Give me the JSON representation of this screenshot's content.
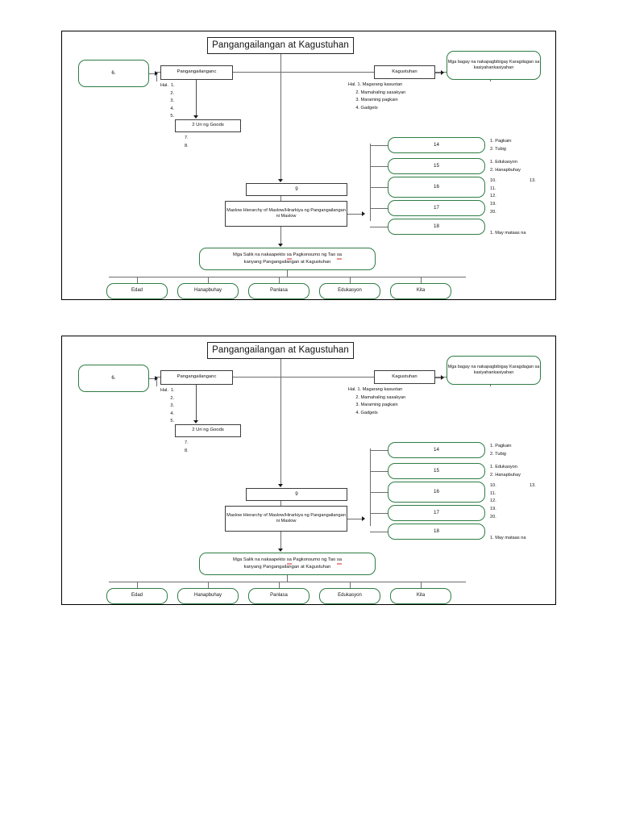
{
  "document": {
    "title": "Pangangailangan at Kagustuhan",
    "frames": 2
  },
  "diagram": {
    "title_box": "Pangangailangan at Kagustuhan",
    "left_green_box": "6.",
    "needs_box": "Pangangailanganc",
    "needs_examples": "Hal.  1.\n        2.\n        3.\n        4.\n        5.",
    "goods_box": "2 Uri ng Goods",
    "goods_blanks": "7.\n8.",
    "wants_box": "Kagustuhan",
    "wants_examples": "Hal. 1. Magarang kasuotan\n      2. Mamahaling sasakyan\n      3. Maraming pagkain\n      4. Gadgets",
    "wants_green_box": "Mga bagay na nakapagbibigay Karagdagan sa kasiyahankasiyahan",
    "box_nine": "9",
    "maslow_box": "Maslow Hierarchy of Maslow/Hirarkiya ng Pangangailangan ni Maslow",
    "hierarchy_levels": [
      {
        "label": "14",
        "notes": "1. Pagkain\n2. Tubig",
        "notes2": ""
      },
      {
        "label": "15",
        "notes": "1. Edukasyon\n2. Hanapbuhay",
        "notes2": ""
      },
      {
        "label": "16",
        "notes": "10.\n11.\n12.",
        "notes2": "13."
      },
      {
        "label": "17",
        "notes": "19.\n20.",
        "notes2": ""
      },
      {
        "label": "18",
        "notes": "1. May mataas na",
        "notes2": ""
      }
    ],
    "factors_box_line1_a": "Mga Salik na nakaapekto ",
    "factors_box_line1_sa": "sa",
    "factors_box_line1_b": " Pagkonsumo ng Tao ",
    "factors_box_line1_sa2": "sa",
    "factors_box_line2": "kanyang Pangangailangan at Kagustuhan",
    "factors": [
      "Edad",
      "Hanapbuhay",
      "Panlasa",
      "Edukasyon",
      "Kita"
    ]
  },
  "colors": {
    "green_border": "#2e7d44",
    "plain_border": "#3c3c3c",
    "connector": "#6d6d6d",
    "spellcheck": "#e02020",
    "text": "#111111",
    "page_background": "#ffffff"
  }
}
